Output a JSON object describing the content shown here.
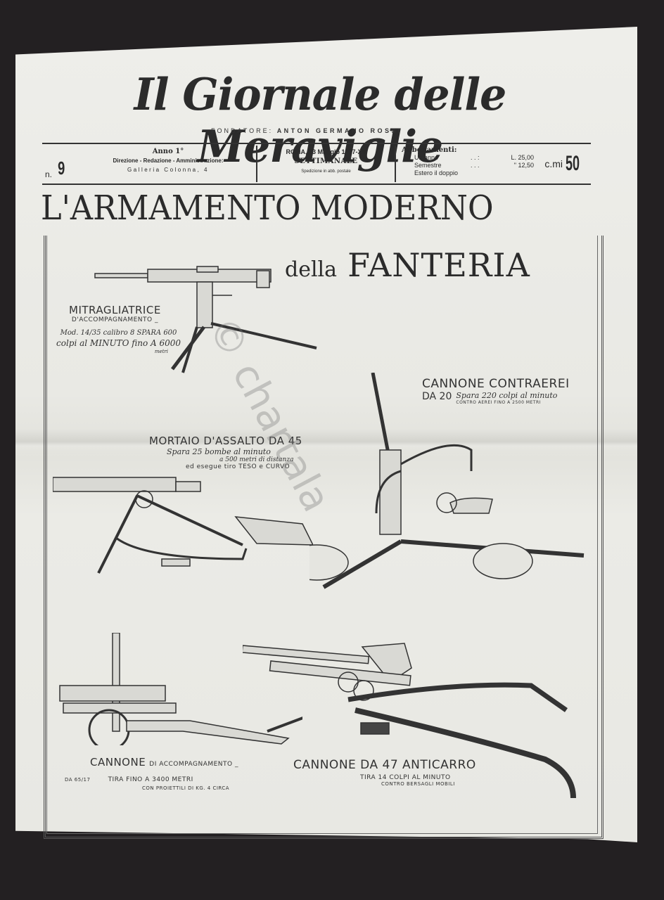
{
  "masthead": {
    "title": "Il Giornale delle Meraviglie",
    "founder_label": "FONDATORE:",
    "founder_name": "ANTON GERMANO ROSSI"
  },
  "infobar": {
    "issue_prefix": "n.",
    "issue_number": "9",
    "year": "Anno 1°",
    "departments": "Direzione - Redazione - Amministrazione:",
    "address": "Galleria Colonna, 4",
    "date": "ROMA, 23 Maggio 1937-XV",
    "frequency": "SETTIMANALE",
    "postal": "Spedizione in abb. postale",
    "subscriptions": {
      "title": "Abbonamenti:",
      "rows": [
        {
          "label": "Un anno",
          "dots": ". . :",
          "value": "L. 25,00"
        },
        {
          "label": "Semestre",
          "dots": ". . .",
          "value": "\" 12,50"
        }
      ],
      "foreign": "Estero il doppio"
    },
    "price_unit": "c.mi",
    "price_value": "50"
  },
  "headline": {
    "line1": "L'ARMAMENTO MODERNO",
    "line2_small": "della",
    "line2_large": "FANTERIA"
  },
  "captions": {
    "machine_gun": {
      "title": "MITRAGLIATRICE",
      "subtitle": "D'ACCOMPAGNAMENTO _",
      "line1": "Mod. 14/35 calibro 8 SPARA 600",
      "line2": "colpi al MINUTO fino A 6000",
      "line3": "metri"
    },
    "anti_aircraft": {
      "title": "CANNONE CONTRAEREI",
      "line1_prefix": "DA 20",
      "line1": "Spara 220 colpi al minuto",
      "line2": "CONTRO AEREI FINO A 2500 METRI"
    },
    "mortar": {
      "title": "MORTAIO D'ASSALTO DA 45",
      "line1": "Spara 25 bombe al minuto",
      "line2": "a 500 metri di distanza",
      "line3": "ed esegue tiro TESO e CURVO"
    },
    "support_gun": {
      "title": "CANNONE",
      "title_suffix": "DI ACCOMPAGNAMENTO _",
      "line1_prefix": "DA 65/17",
      "line1": "TIRA FINO A 3400 METRI",
      "line2": "CON PROIETTILI DI KG. 4 CIRCA"
    },
    "anti_tank": {
      "title": "CANNONE DA 47 ANTICARRO",
      "line1": "TIRA 14 COLPI AL MINUTO",
      "line2": "CONTRO BERSAGLI  MOBILI"
    }
  },
  "watermark": "© chartala"
}
